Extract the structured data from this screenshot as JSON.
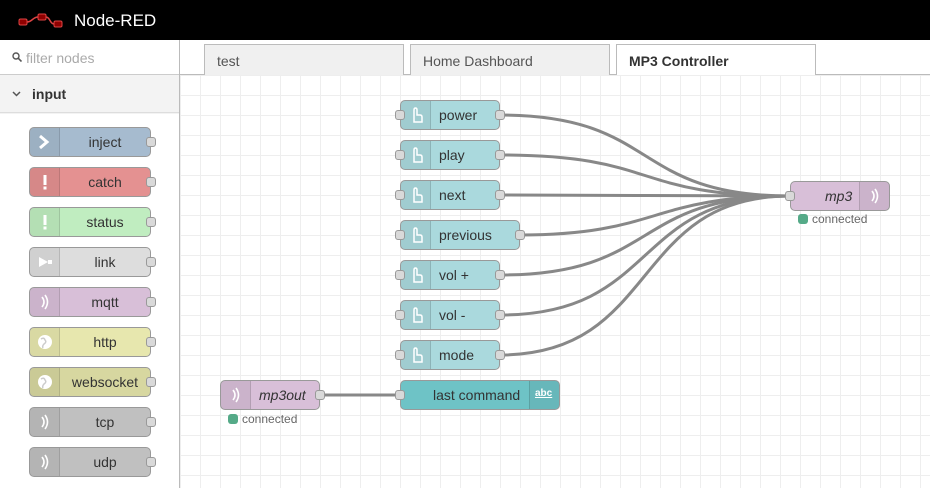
{
  "app": {
    "title": "Node-RED"
  },
  "palette": {
    "filter_placeholder": "filter nodes",
    "category": "input",
    "nodes": [
      {
        "label": "inject",
        "color": "#a6bbcf",
        "icon": "arrow-right-icon"
      },
      {
        "label": "catch",
        "color": "#e49191",
        "icon": "exclamation-icon"
      },
      {
        "label": "status",
        "color": "#c0edc0",
        "icon": "exclamation-icon"
      },
      {
        "label": "link",
        "color": "#dddddd",
        "icon": "link-arrow-icon"
      },
      {
        "label": "mqtt",
        "color": "#d8bfd8",
        "icon": "bridge-icon"
      },
      {
        "label": "http",
        "color": "#e7e7ae",
        "icon": "globe-icon"
      },
      {
        "label": "websocket",
        "color": "#d7d7a0",
        "icon": "globe-icon"
      },
      {
        "label": "tcp",
        "color": "#c0c0c0",
        "icon": "bridge-icon"
      },
      {
        "label": "udp",
        "color": "#c0c0c0",
        "icon": "bridge-icon"
      }
    ]
  },
  "tabs": [
    {
      "label": "test",
      "active": false
    },
    {
      "label": "Home Dashboard",
      "active": false
    },
    {
      "label": "MP3 Controller",
      "active": true
    }
  ],
  "flow": {
    "buttons": [
      "power",
      "play",
      "next",
      "previous",
      "vol +",
      "vol -",
      "mode"
    ],
    "button_color": "#aad9dd",
    "mqtt_out": {
      "label": "mp3",
      "status": "connected",
      "color": "#d8bfd8"
    },
    "mqtt_in": {
      "label": "mp3out",
      "status": "connected",
      "color": "#d8bfd8"
    },
    "text_node": {
      "label": "last command",
      "icon_text": "abc",
      "color": "#6ec3c6"
    },
    "status_color": "#55aa88",
    "wire_color": "#888888"
  }
}
